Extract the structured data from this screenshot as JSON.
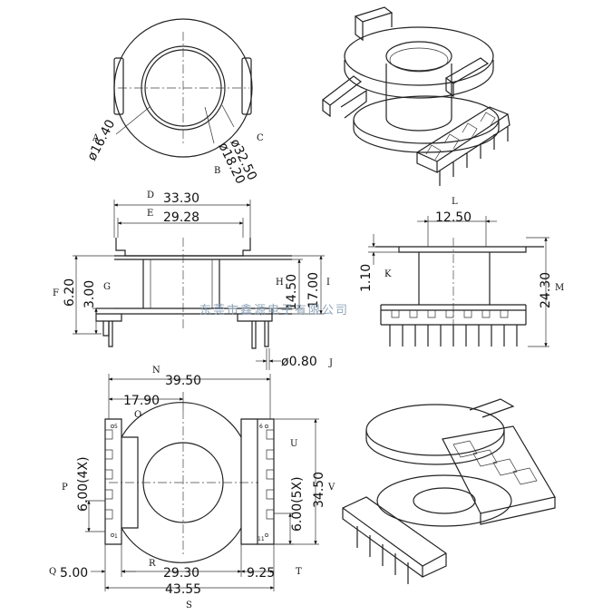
{
  "top_view": {
    "dims": {
      "A": "ø16.40",
      "B": "ø18.20",
      "C": "ø32.50"
    },
    "letters": {
      "A": "A",
      "B": "B",
      "C": "C"
    }
  },
  "front_view": {
    "dims": {
      "D": "33.30",
      "E": "29.28",
      "F": "6.20",
      "G": "3.00",
      "H": "14.50",
      "I": "17.00",
      "J": "ø0.80"
    },
    "letters": {
      "D": "D",
      "E": "E",
      "F": "F",
      "G": "G",
      "H": "H",
      "I": "I",
      "J": "J"
    }
  },
  "side_view": {
    "dims": {
      "L": "12.50",
      "K": "1.10",
      "M": "24.30"
    },
    "letters": {
      "L": "L",
      "K": "K",
      "M": "M"
    }
  },
  "bottom_view": {
    "dims": {
      "N": "39.50",
      "O": "17.90",
      "P": "6.00(4X)",
      "U": "6.00(5X)",
      "V": "34.50",
      "Q": "5.00",
      "R": "29.30",
      "T": "9.25",
      "S": "43.55"
    },
    "letters": {
      "N": "N",
      "O": "O",
      "P": "P",
      "U": "U",
      "V": "V",
      "Q": "Q",
      "R": "R",
      "T": "T",
      "S": "S"
    },
    "pin_labels": {
      "p1": "1",
      "p11": "11",
      "p5": "5",
      "p6": "6"
    }
  },
  "watermark": "东莞市鑫源电子有限公司"
}
